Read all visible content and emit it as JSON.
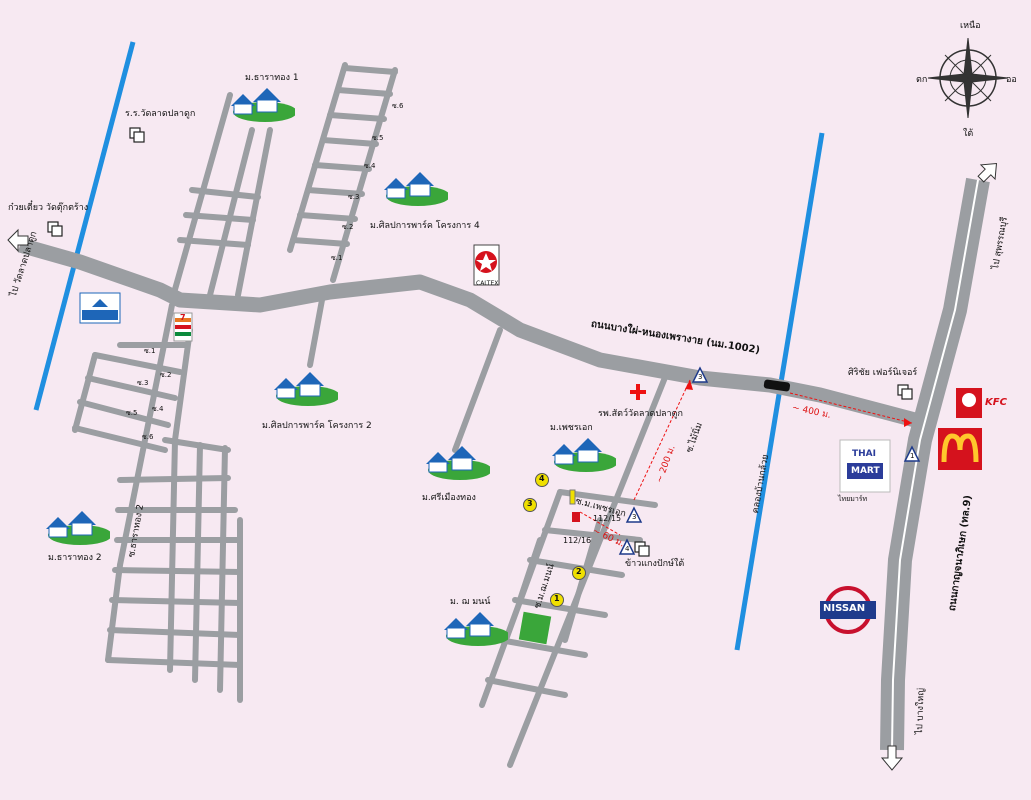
{
  "compass": {
    "north": "เหนือ",
    "south": "ใต้",
    "east": "ออ",
    "west": "ตก"
  },
  "roads": {
    "main": "ถนนบางใผ่-หนองเพรางาย (นม.1002)",
    "highway": "ถนนกาญจนาภิเษก (ทล.9)",
    "canal": "คลองบ้านกล้วย",
    "soi_lane": "ซ.ไม้นิ่ม",
    "soi_petch": "ซ.ม.เพชรเอก",
    "soi_village": "ซ.ม.ฌ.มนน์",
    "soi_tharathong2": "ซ.ธาราทอง 2"
  },
  "directions": {
    "to_wat": "ไป วัดลาดปลาดูก",
    "to_suphan": "ไป สุพรรณบุรี",
    "to_bangyai": "ไป บางใหญ่"
  },
  "distances": {
    "d400": "~ 400 ม.",
    "d200": "~ 200 ม.",
    "d60": "~ 60 ม."
  },
  "places": {
    "school": "ร.ร.วัดลาดปลาดูก",
    "noodle": "ก๋วยเตี๋ยว วัดตุ๊กตร้าง",
    "tharathong1": "ม.ธาราทอง 1",
    "tharathong2": "ม.ธาราทอง 2",
    "silpakarn4": "ม.ศิลปการพาร์ค โครงการ 4",
    "silpakarn2": "ม.ศิลปการพาร์ค โครงการ 2",
    "srimuang": "ม.ศรีเมืองทอง",
    "petchaek": "ม.เพชรเอก",
    "hospital": "รพ.สัตว์วัดลาดปลาดูก",
    "village_m": "ม. ฌ มนน์",
    "thaimart": "ไทยมาร์ท",
    "furniture": "ศิริชัย เฟอร์นิเจอร์",
    "rice": "ข้าวแกงปักษ์ใต้",
    "house_no1": "112/15",
    "house_no2": "112/16"
  },
  "brands": {
    "caltex": "CALTEX",
    "kfc": "KFC",
    "thai": "THAI",
    "mart": "MART",
    "nissan": "NISSAN",
    "seven": "7"
  },
  "soi_numbers": [
    "ซ.1",
    "ซ.2",
    "ซ.3",
    "ซ.4",
    "ซ.5",
    "ซ.6"
  ],
  "markers": [
    "1",
    "2",
    "3",
    "4"
  ],
  "colors": {
    "road": "#9b9ea2",
    "canal": "#1f8fe0",
    "green": "#3aa63a",
    "house_blue": "#1e66b8",
    "kfc_red": "#d5121d",
    "marker_yellow": "#f0e000"
  }
}
